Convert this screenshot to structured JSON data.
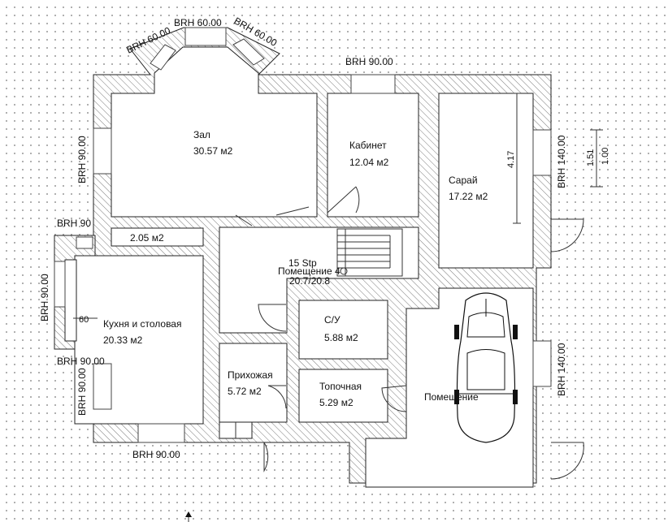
{
  "rooms": {
    "hall": {
      "name": "Зал",
      "area": "30.57 м2"
    },
    "office": {
      "name": "Кабинет",
      "area": "12.04 м2"
    },
    "barn": {
      "name": "Сарай",
      "area": "17.22 м2"
    },
    "corridor": {
      "area": "2.05 м2"
    },
    "stairs": {
      "steps": "15 Stp",
      "name": "Помещение 4",
      "area": "20.7/20.8"
    },
    "kitchen": {
      "name": "Кухня и столовая",
      "area": "20.33 м2"
    },
    "bathroom": {
      "name": "С/У",
      "area": "5.88 м2"
    },
    "entrance": {
      "name": "Прихожая",
      "area": "5.72 м2"
    },
    "boiler": {
      "name": "Топочная",
      "area": "5.29 м2"
    },
    "garage": {
      "name": "Помещение"
    }
  },
  "windows": {
    "bay_left": "BRH 60.00",
    "bay_center": "BRH 60.00",
    "bay_right": "BRH 60.00",
    "top_office": "BRH 90.00",
    "left_hall": "BRH 90.00",
    "left_small": "BRH 90",
    "left_kitchen": "BRH 90.00",
    "left_lower_a": "BRH 90.00",
    "left_lower_b": "BRH 90.00",
    "bottom_kitchen": "BRH 90.00",
    "right_barn": "BRH 140.00",
    "right_garage": "BRH 140.00"
  },
  "dimensions": {
    "barn_depth": "4.17",
    "right_a": "1.51",
    "right_b": "1.00",
    "kitchen_sill": "60"
  }
}
